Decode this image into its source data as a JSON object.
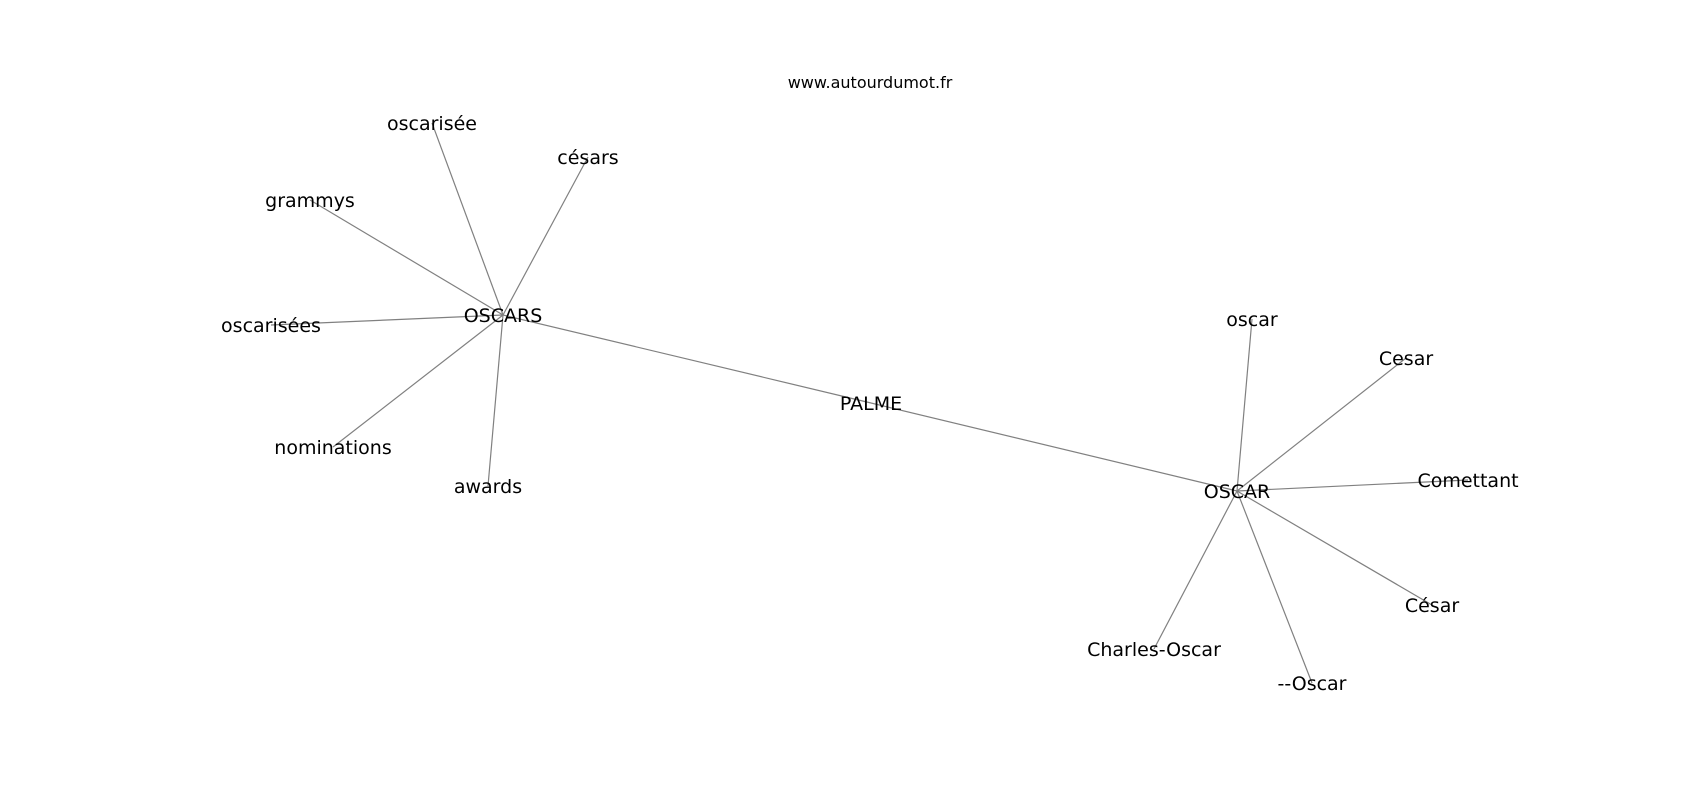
{
  "header": {
    "site": "www.autourdumot.fr"
  },
  "graph": {
    "nodes": [
      {
        "id": "PALME",
        "label": "PALME"
      },
      {
        "id": "OSCARS",
        "label": "OSCARS"
      },
      {
        "id": "OSCAR",
        "label": "OSCAR"
      },
      {
        "id": "oscarisee",
        "label": "oscarisée"
      },
      {
        "id": "cesars",
        "label": "césars"
      },
      {
        "id": "grammys",
        "label": "grammys"
      },
      {
        "id": "oscarisees",
        "label": "oscarisées"
      },
      {
        "id": "nominations",
        "label": "nominations"
      },
      {
        "id": "awards",
        "label": "awards"
      },
      {
        "id": "oscar",
        "label": "oscar"
      },
      {
        "id": "Cesar",
        "label": "Cesar"
      },
      {
        "id": "Comettant",
        "label": "Comettant"
      },
      {
        "id": "Cesar2",
        "label": "César"
      },
      {
        "id": "CharlesOscar",
        "label": "Charles-Oscar"
      },
      {
        "id": "dashOscar",
        "label": "--Oscar"
      }
    ],
    "edges": [
      [
        "PALME",
        "OSCARS"
      ],
      [
        "PALME",
        "OSCAR"
      ],
      [
        "OSCARS",
        "oscarisee"
      ],
      [
        "OSCARS",
        "cesars"
      ],
      [
        "OSCARS",
        "grammys"
      ],
      [
        "OSCARS",
        "oscarisees"
      ],
      [
        "OSCARS",
        "nominations"
      ],
      [
        "OSCARS",
        "awards"
      ],
      [
        "OSCAR",
        "oscar"
      ],
      [
        "OSCAR",
        "Cesar"
      ],
      [
        "OSCAR",
        "Comettant"
      ],
      [
        "OSCAR",
        "Cesar2"
      ],
      [
        "OSCAR",
        "CharlesOscar"
      ],
      [
        "OSCAR",
        "dashOscar"
      ]
    ]
  }
}
